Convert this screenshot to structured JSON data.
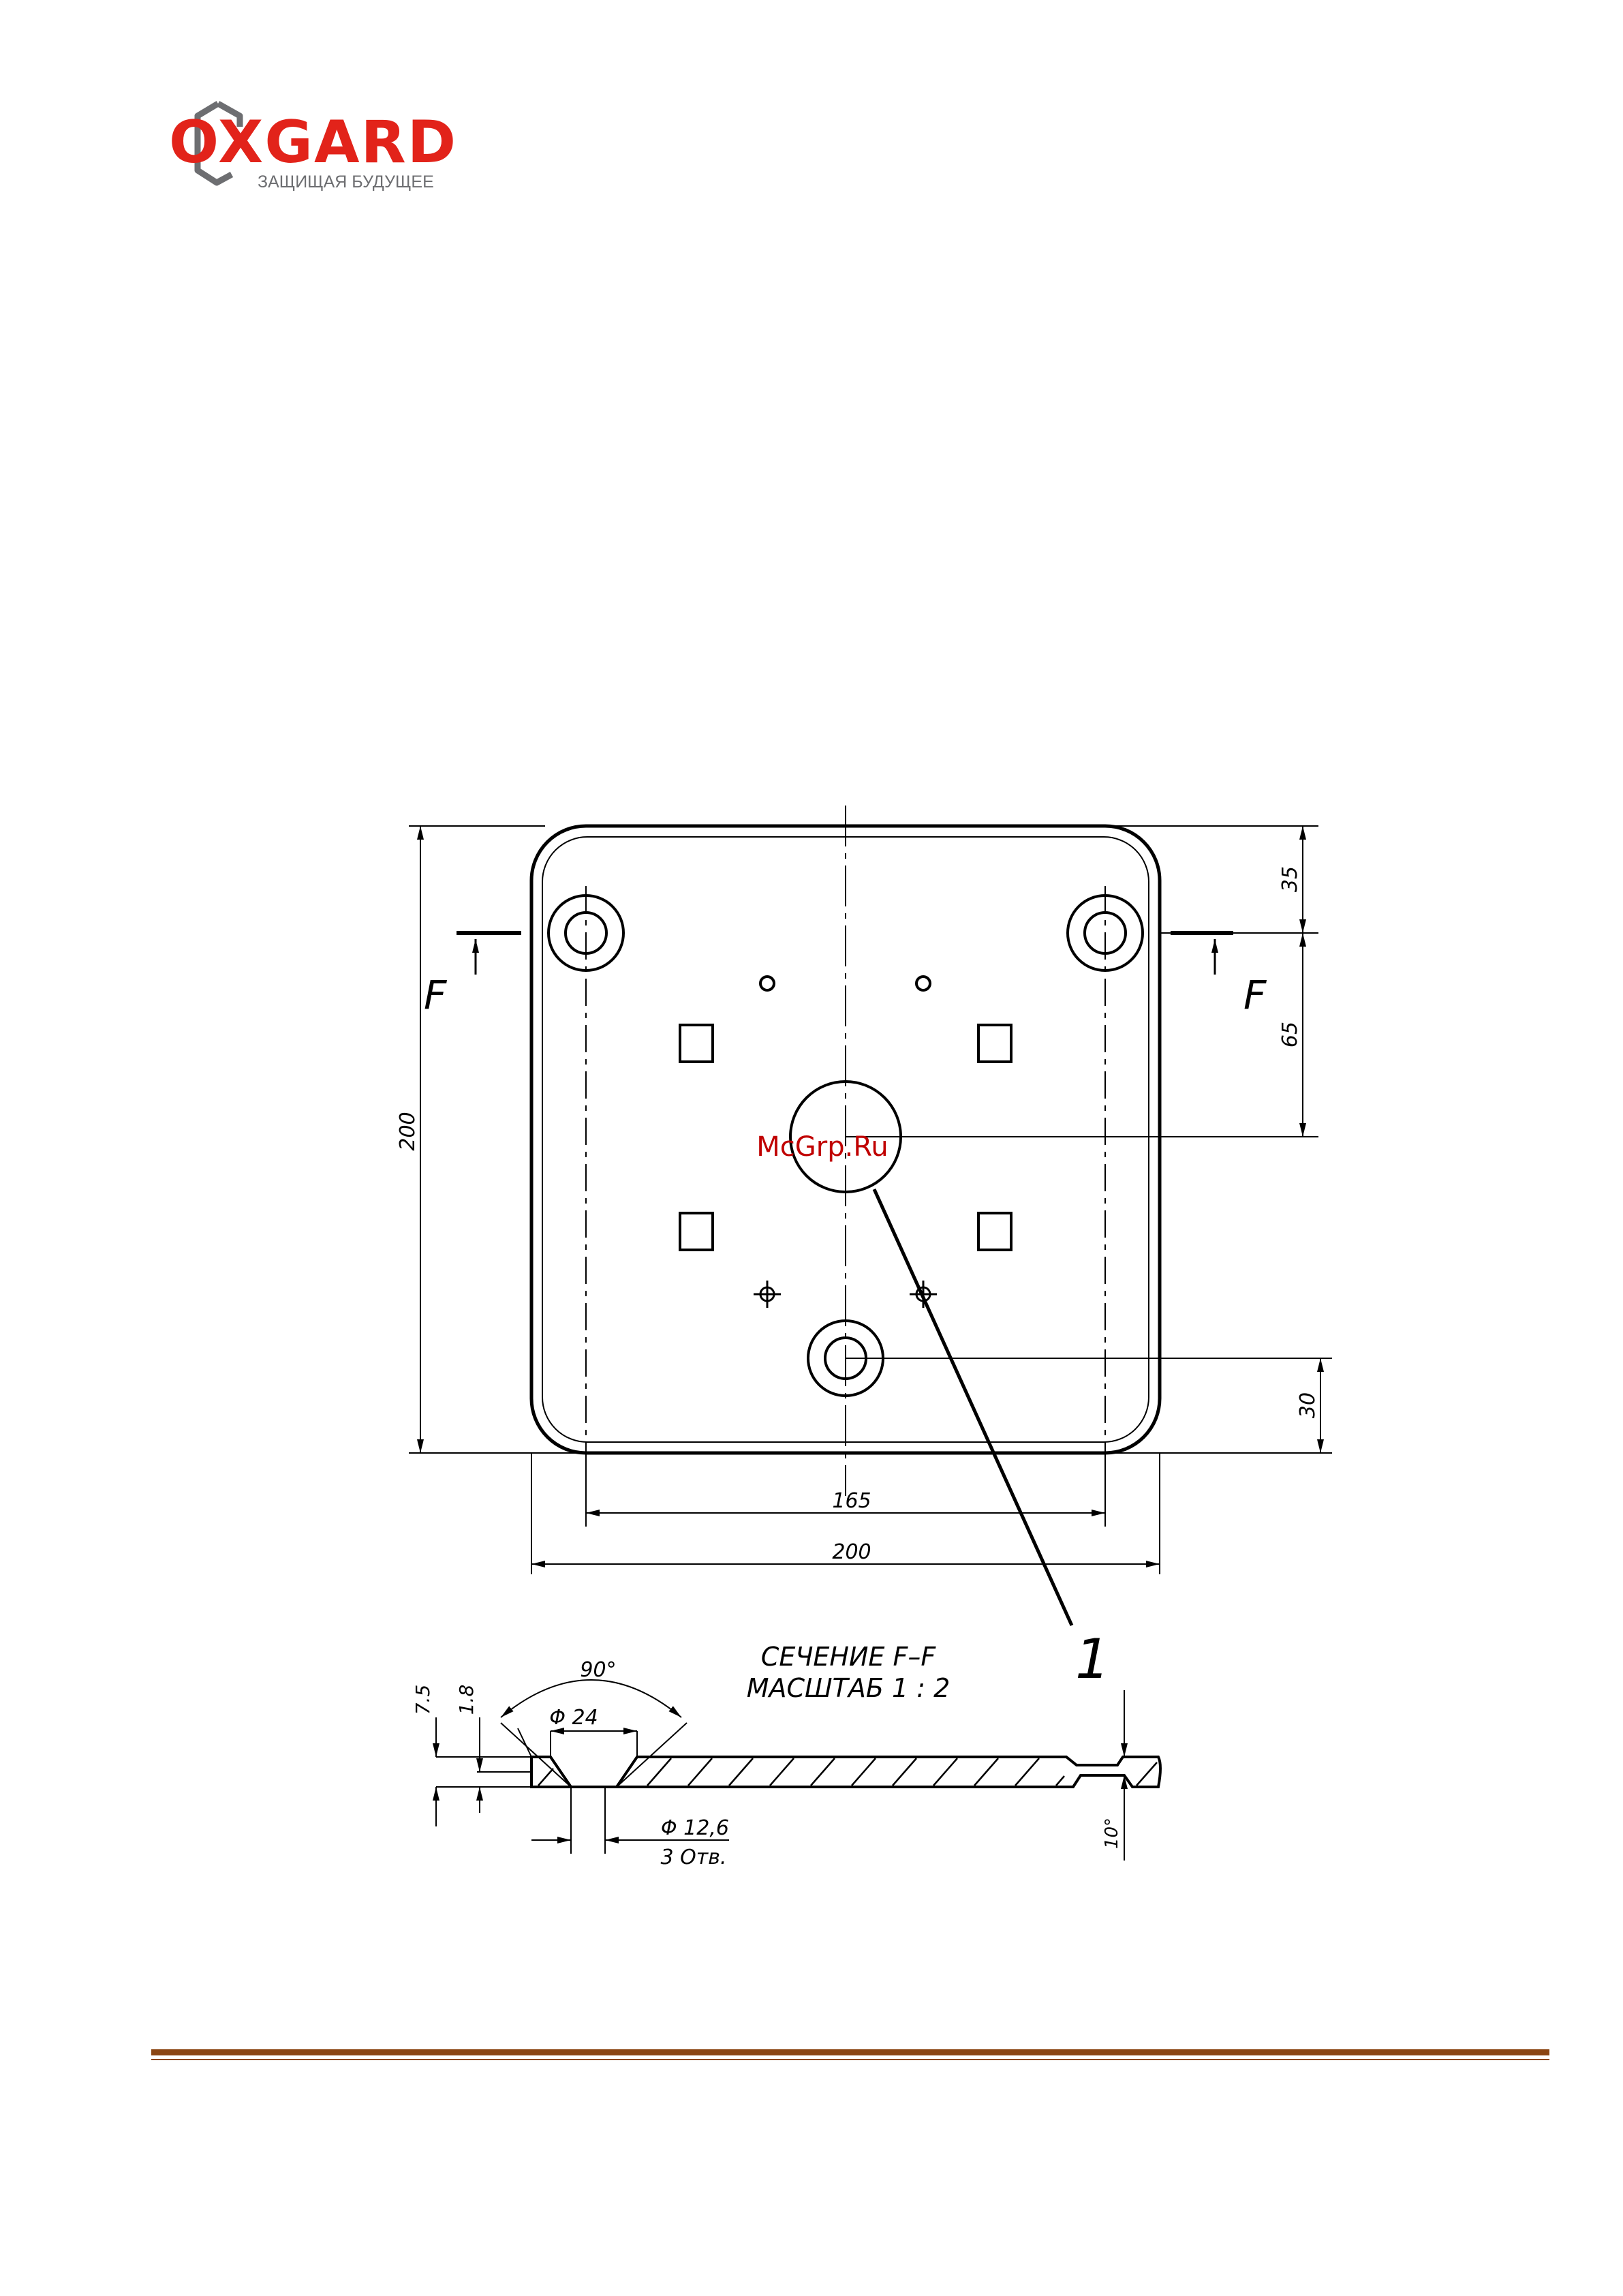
{
  "logo": {
    "wordmark": "OXGARD",
    "tagline": "ЗАЩИЩАЯ БУДУЩЕЕ"
  },
  "colors": {
    "brand_red": "#e2231a",
    "brand_gray": "#6d6e71",
    "footer_rule": "#8b4513",
    "watermark": "#c00000"
  },
  "drawing": {
    "section_marker_left": "F",
    "section_marker_right": "F",
    "dims": {
      "top_offset": "35",
      "mid_offset": "65",
      "bottom_offset": "30",
      "height": "200",
      "hole_spacing": "165",
      "width": "200"
    },
    "callout": "1",
    "watermark": "McGrp.Ru",
    "section": {
      "title": "СЕЧЕНИЕ F–F",
      "scale": "МАСШТАБ 1 : 2",
      "angle": "90°",
      "countersink_dia": "Φ 24",
      "thickness": "7.5",
      "depth": "1.8",
      "hole_dia": "Φ 12,6",
      "hole_count": "3 Отв.",
      "edge_angle": "10°"
    }
  }
}
